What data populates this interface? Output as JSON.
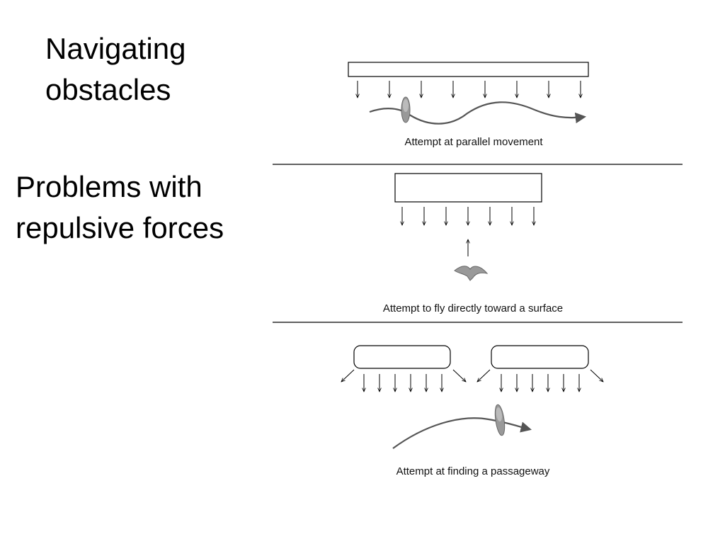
{
  "slide": {
    "title_lines": [
      "Navigating",
      "obstacles"
    ],
    "subtitle_lines": [
      "Problems with",
      "repulsive forces"
    ]
  },
  "panels": [
    {
      "caption": "Attempt at parallel movement"
    },
    {
      "caption": "Attempt to fly directly toward a surface"
    },
    {
      "caption": "Attempt at finding a passageway"
    }
  ],
  "colors": {
    "bird": "#888888",
    "path": "#555555",
    "line": "#000000"
  }
}
